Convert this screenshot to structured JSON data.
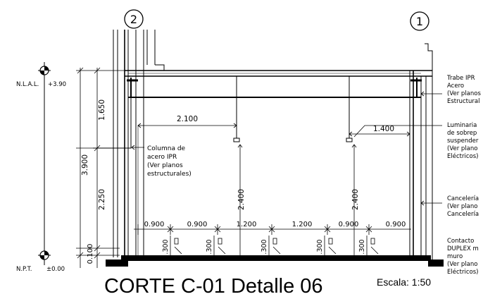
{
  "grid_axes": {
    "left": "2",
    "right": "1"
  },
  "levels": {
    "nlal_label": "N.L.A.L.",
    "nlal_value": "+3.90",
    "npt_label": "N.P.T.",
    "npt_value": "±0.00"
  },
  "vertical_dims": {
    "total": "3.900",
    "upper": "1.650",
    "lower": "2.250",
    "base": "0.100"
  },
  "horizontal_dims": {
    "luminaire_left": "2.100",
    "luminaire_right": "1.400",
    "luminaire_height_left": "2.400",
    "luminaire_height_right": "2.400",
    "spacing": [
      "0.900",
      "0.900",
      "1.200",
      "1.200",
      "0.900",
      "0.900"
    ],
    "contact_height": ".300"
  },
  "notes": {
    "column": [
      "Columna de",
      "acero IPR",
      "(Ver planos",
      "estructurales)"
    ],
    "beam": [
      "Trabe IPR",
      "Acero",
      "(Ver planos",
      "Estructural"
    ],
    "luminaire": [
      "Luminaria",
      "de sobrep",
      "suspender",
      "(Ver plano",
      "Eléctricos)"
    ],
    "cancel": [
      "Cancelería",
      "(Ver plano",
      "Cancelería"
    ],
    "contact": [
      "Contacto",
      "DUPLEX m",
      "muro",
      "(Ver plano",
      "Eléctricos)"
    ]
  },
  "title": "CORTE C-01 Detalle 06",
  "scale": "Escala: 1:50"
}
